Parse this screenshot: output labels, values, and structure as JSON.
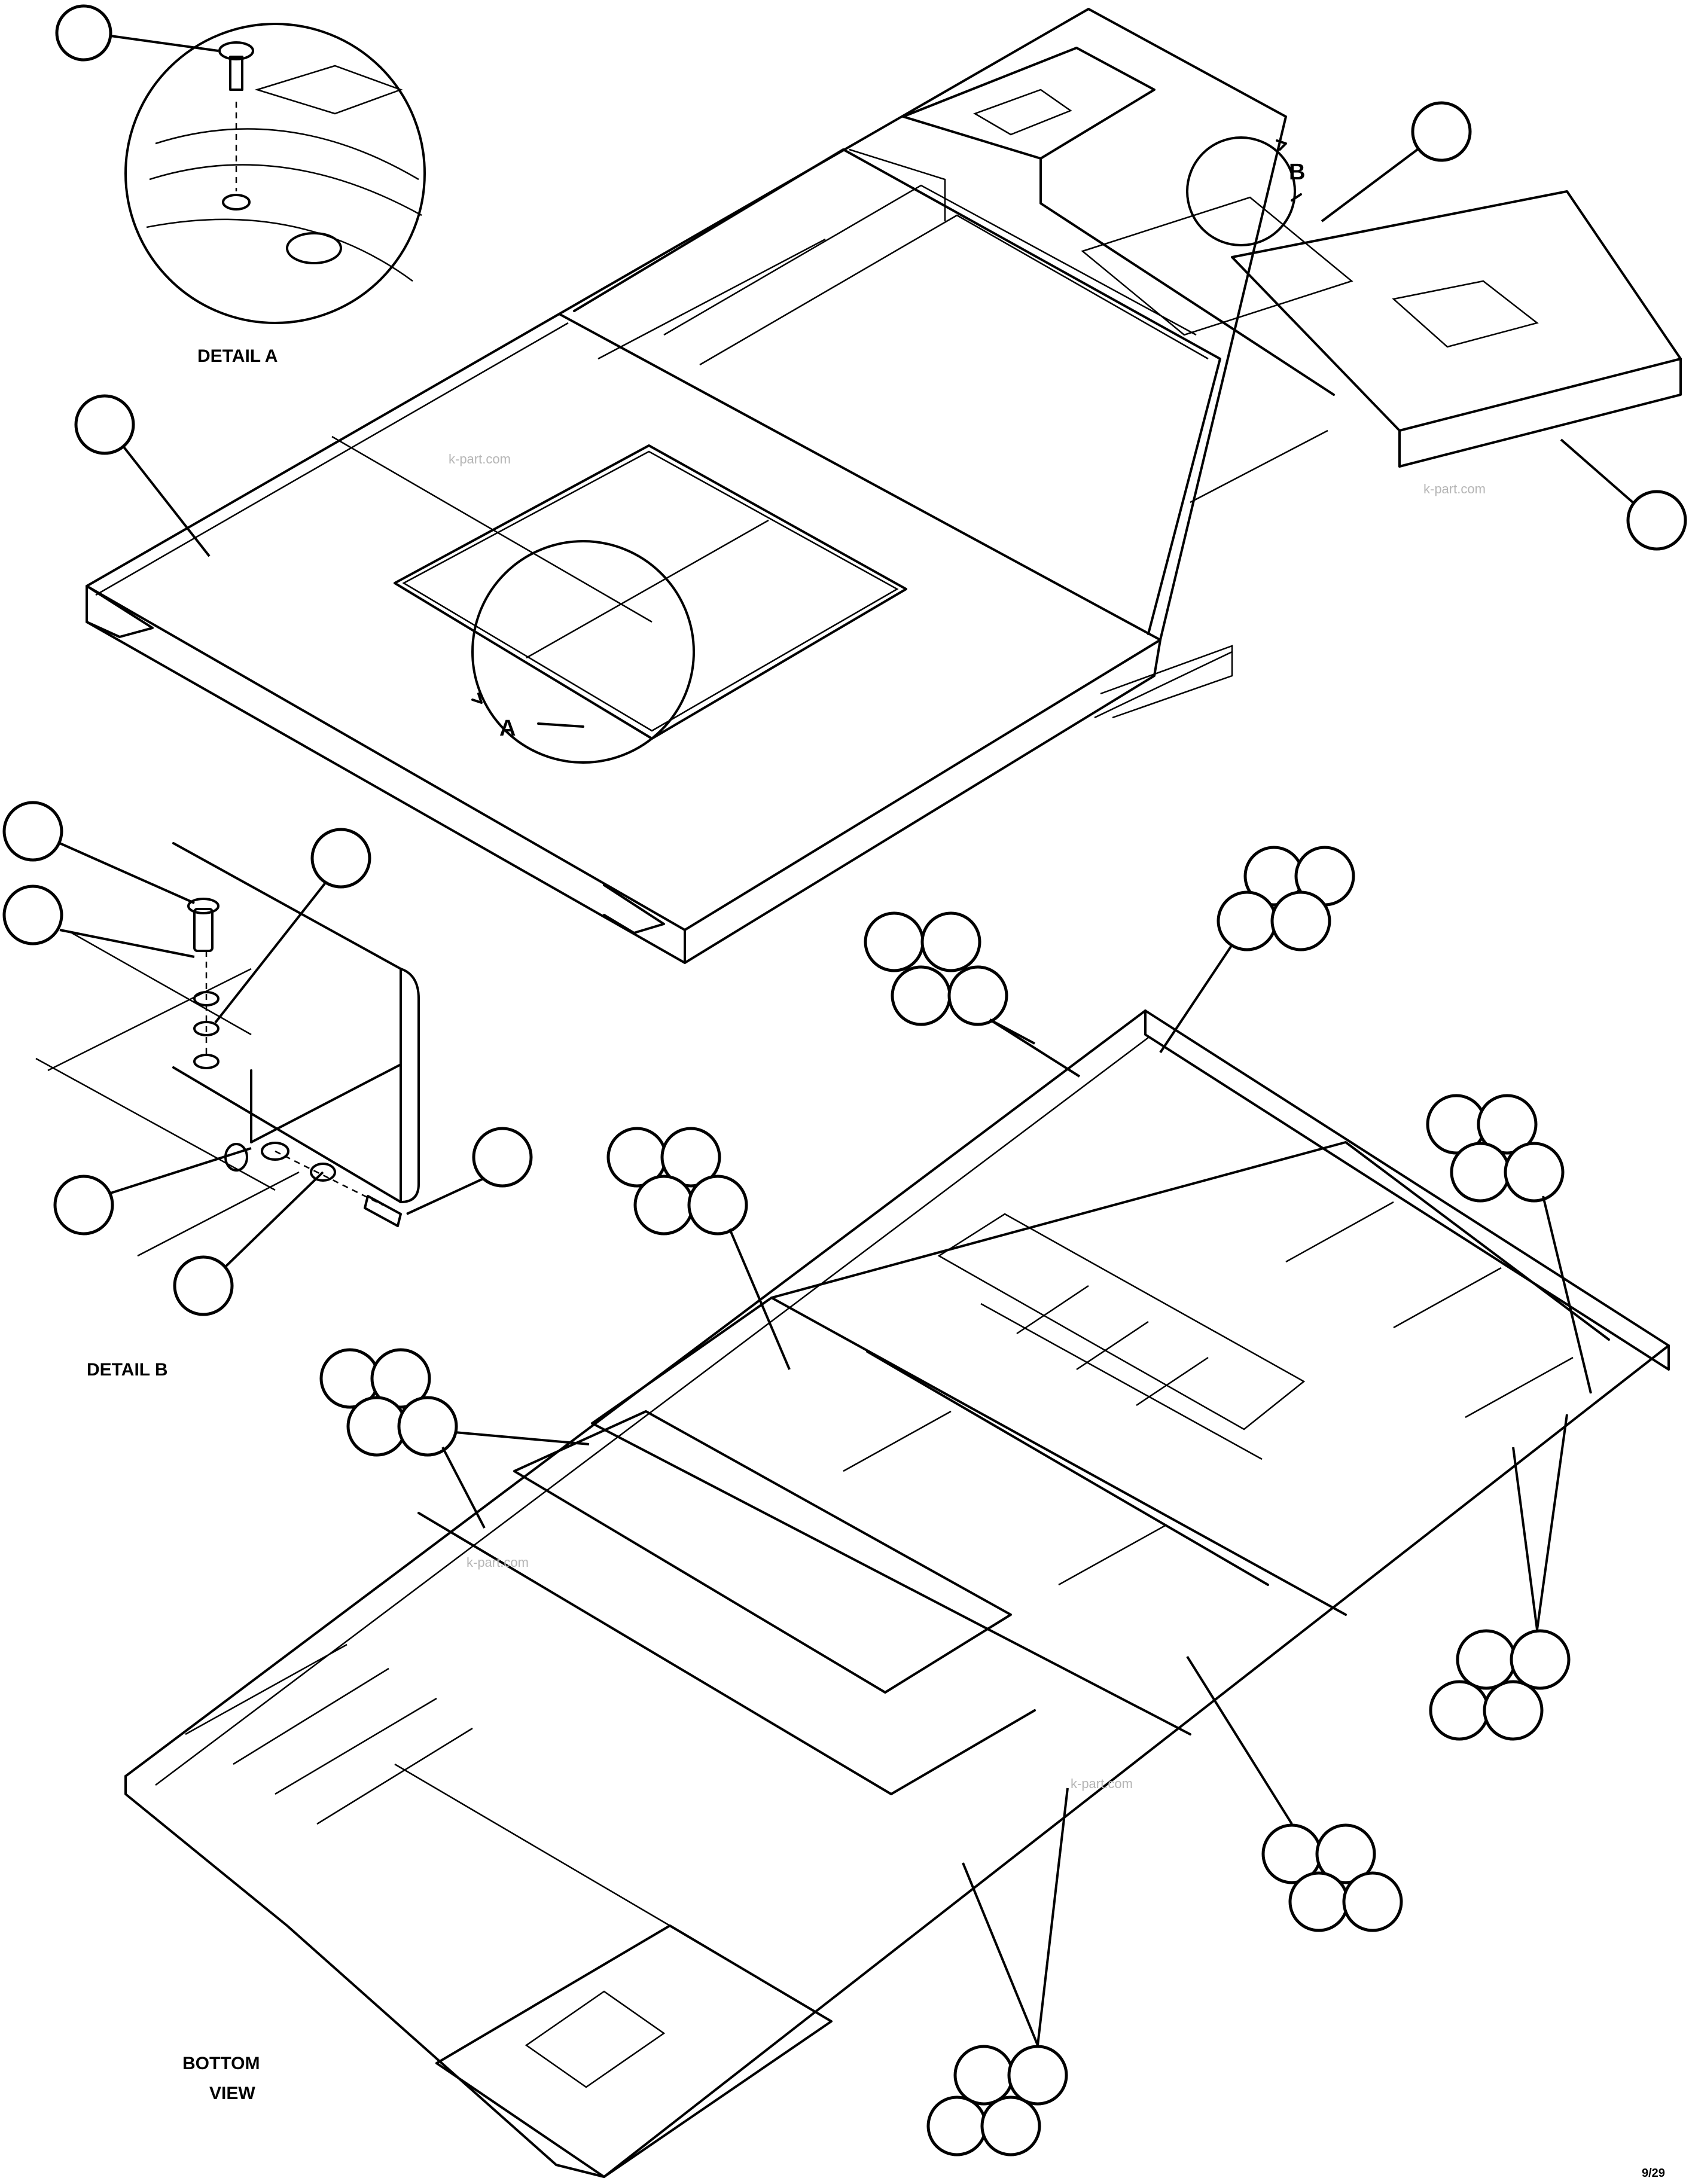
{
  "labels": {
    "detail_a": "DETAIL A",
    "detail_b": "DETAIL B",
    "bottom_view_line1": "BOTTOM",
    "bottom_view_line2": "VIEW",
    "marker_a": "A",
    "marker_b": "B",
    "figure_number": "9/29"
  },
  "watermarks": [
    "k-part.com",
    "k-part.com",
    "k-part.com",
    "k-part.com"
  ],
  "colors": {
    "ink": "#000000",
    "paper": "#ffffff",
    "watermark": "#b5b5b5"
  }
}
